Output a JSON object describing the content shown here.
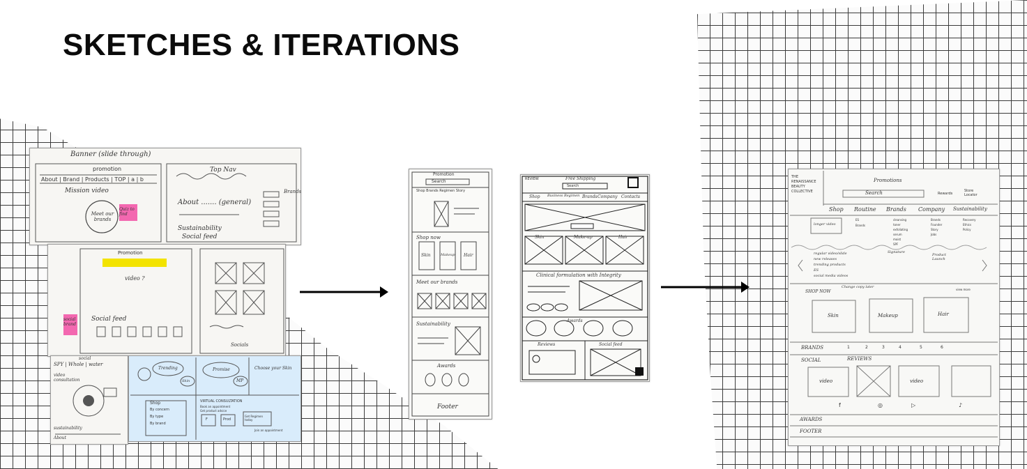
{
  "title": "SKETCHES & ITERATIONS",
  "colors": {
    "ink": "#0b0b0b",
    "highlight_yellow": "#f3e300",
    "highlight_pink": "#f24fa3",
    "blue_sheet": "#d9ecfb"
  },
  "sketch_a": {
    "banner": "Banner (slide through)",
    "promotion": "promotion",
    "nav": "About | Brand | Products | TOP | a | b",
    "mission": "Mission video",
    "meet": "Meet our brands",
    "quiz": "Quiz to find",
    "top_nav": "Top Nav",
    "about": "About ....... (general)",
    "sustainability": "Sustainability",
    "social_feed": "Social feed",
    "brands": "Brands",
    "promotion2": "Promotion",
    "video": "video ?",
    "social_feed2": "Social feed",
    "socials": "Socials",
    "social_brand": "social brand",
    "social_label": "social",
    "spy": "SPY | Whole | water",
    "video_consult": "video consultation",
    "sustain": "sustainability",
    "about_small": "About",
    "blue_bubbles": [
      "Trending",
      "Promise",
      "MP",
      "Choose your Skin",
      "Skin"
    ],
    "shop": "Shop",
    "shop_items": [
      "By concern",
      "By type",
      "By brand"
    ],
    "virtual": "VIRTUAL CONSULTATION",
    "virtual_items": [
      "Book an appointment",
      "Get product advice"
    ],
    "virtual_flow": [
      "F",
      "Prod",
      "Get Regimen today",
      "Join an appointment"
    ]
  },
  "sketch_b": {
    "promotion": "Promotion",
    "search": "Search",
    "nav": "Shop  Brands  Regimen  Story",
    "shop_now": "Shop now",
    "categories": [
      "Skin",
      "Makeup",
      "Hair"
    ],
    "meet_brands": "Meet our brands",
    "sustainability": "Sustainability",
    "awards": "Awards",
    "footer": "Footer"
  },
  "sketch_c": {
    "review": "REVIEW",
    "free_shipping": "Free Shipping",
    "search": "Search",
    "nav": [
      "Shop",
      "Business Regimen",
      "Brands",
      "Company",
      "Contacts"
    ],
    "categories": [
      "Skin",
      "Make-up",
      "Hair"
    ],
    "clinical": "Clinical formulation with Integrity",
    "awards": "Awards",
    "reviews": "Reviews",
    "social_feed": "Social feed"
  },
  "sketch_d": {
    "logo": "THE RENAISSANCE BEAUTY COLLECTIVE",
    "promotions": "Promotions",
    "search": "Search",
    "actions": [
      "Rewards",
      "Store Locator"
    ],
    "nav": [
      "Shop",
      "Routine",
      "Brands",
      "Company",
      "Sustainability"
    ],
    "mega": {
      "col1": "longer video",
      "col2": [
        "ES",
        "Brands"
      ],
      "col3": [
        "cleansing",
        "toner",
        "exfoliating",
        "serum",
        "moist",
        "SPF"
      ],
      "col4": [
        "Brands",
        "Founder",
        "Story",
        "Jobs"
      ],
      "col5": [
        "Recovery",
        "Ethics",
        "Policy"
      ]
    },
    "slider_notes": [
      "regular video/slide",
      "new releases",
      "trending products",
      "ES",
      "social media videos"
    ],
    "signature": "Signature",
    "product_launch": "Product Launch",
    "shop_now": "SHOP NOW",
    "change_copy": "Change copy later",
    "view_more": "view more",
    "categories": [
      "Skin",
      "Makeup",
      "Hair"
    ],
    "brands": "BRANDS",
    "brand_numbers": [
      "1",
      "2",
      "3",
      "4",
      "5",
      "6"
    ],
    "social": "SOCIAL",
    "reviews": "REVIEWS",
    "social_items": [
      "video",
      "video"
    ],
    "awards": "AWARDS",
    "footer": "FOOTER"
  }
}
